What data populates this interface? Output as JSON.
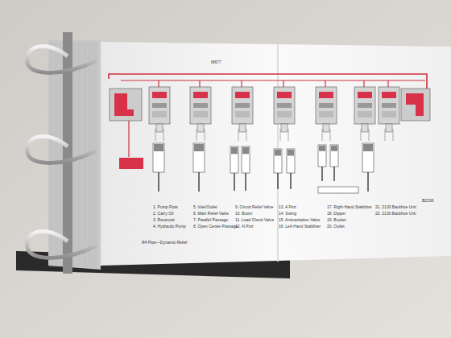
{
  "diagram": {
    "labels": [
      "M677",
      "1. Pump Flow",
      "2. Carry Oil",
      "3. Reservoir",
      "4. Hydraulic Pump",
      "5. Inlet/Outlet",
      "6. Main Relief Valve",
      "7. Parallel Passage",
      "8. Open Center Passage",
      "9. Circuit Relief Valve",
      "10. Boom",
      "11. Load Check Valve",
      "12. N Port",
      "13. A Port",
      "14. Swing",
      "15. Anticavitation Valve",
      "16. Left-Hand Stabilizer",
      "17. Right-Hand Stabilizer",
      "18. Dipper",
      "19. Bucket",
      "20. Outlet",
      "21. 2130 Backhoe Unit",
      "22. 2130 Backhoe Unit",
      "R4 Pipe—Dynamic Relief",
      "B2336"
    ]
  }
}
